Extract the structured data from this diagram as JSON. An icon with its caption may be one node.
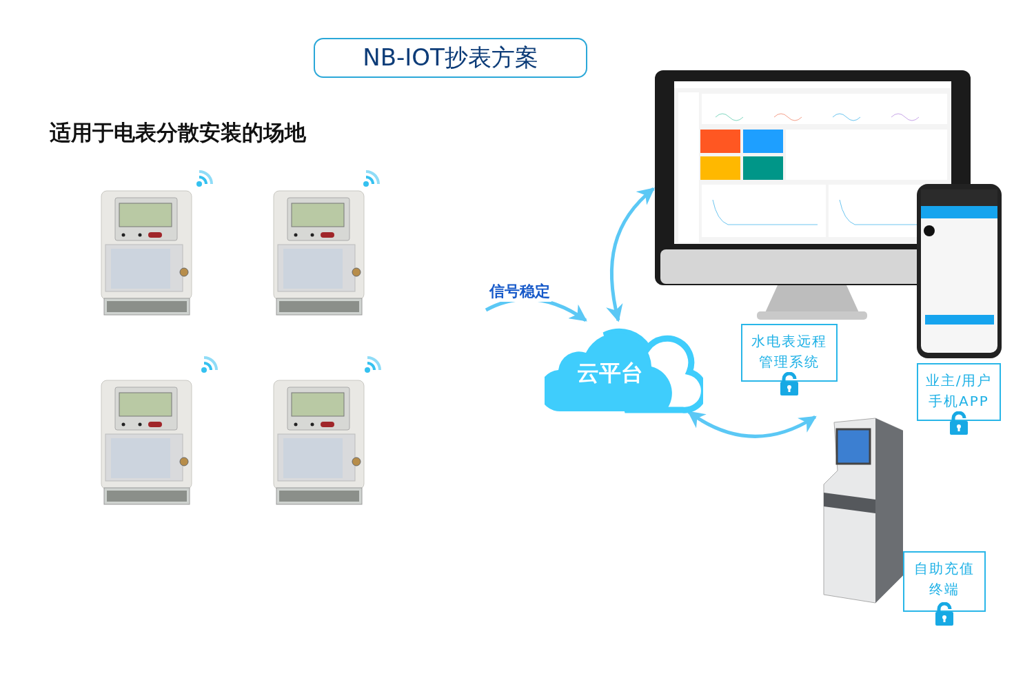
{
  "diagram": {
    "title": "NB-IOT抄表方案",
    "nodes": [
      {
        "text": [],
        "shape": "picture"
      },
      {
        "text": [],
        "shape": "picture"
      },
      {
        "text": [],
        "shape": "picture"
      },
      {
        "text": [],
        "shape": "picture"
      },
      {
        "text": [
          "云平台"
        ]
      },
      {
        "text": [],
        "shape": "picture"
      },
      {
        "text": [],
        "shape": "picture"
      },
      {
        "text": [],
        "shape": "picture"
      },
      {
        "text": [
          "水电表远程管理系统"
        ]
      },
      {
        "text": [
          "业主/用户手机APP"
        ]
      },
      {
        "text": [
          "自助充值终端"
        ]
      }
    ],
    "edges": [
      {
        "from": null,
        "to": 4,
        "arrow": "to",
        "label": "信号稳定"
      },
      {
        "from": 4,
        "to": 5,
        "arrow": "both"
      },
      {
        "from": 4,
        "to": 7,
        "arrow": "both"
      }
    ],
    "labels": [
      "适用于电表分散安装的场地"
    ]
  }
}
